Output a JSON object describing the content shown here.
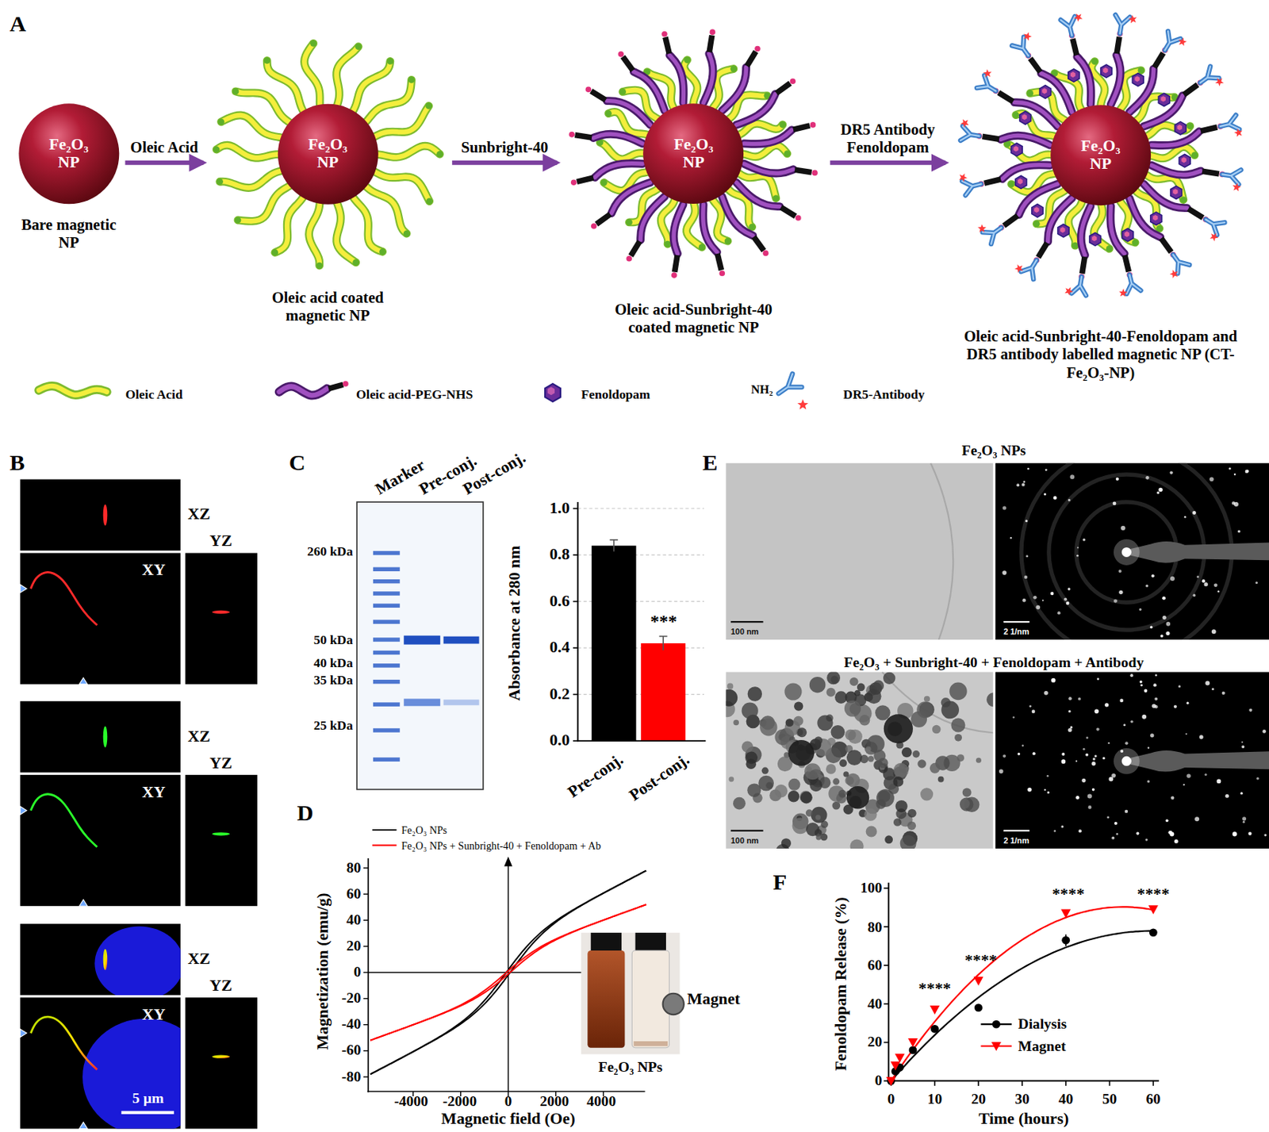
{
  "diagram": {
    "nodes": [
      {
        "text": [
          "Fe₂O₃ NP",
          "Bare magnetic NP"
        ]
      },
      {
        "text": [
          "Fe₂O₃ NP",
          "Oleic acid coated magnetic NP"
        ]
      },
      {
        "text": [
          "Fe₂O₃ NP",
          "Oleic acid-Sunbright-40 coated magnetic NP"
        ]
      },
      {
        "text": [
          "Fe₂O₃ NP",
          "Oleic acid-Sunbright-40-Fenoldopam and DR5 antibody labelled magnetic NP (CT-Fe₂O₃-NP)"
        ]
      }
    ],
    "edges": [
      {
        "from": 0,
        "to": 1,
        "arrow": "to",
        "label": "Oleic Acid"
      },
      {
        "from": 1,
        "to": 2,
        "arrow": "to",
        "label": "Sunbright-40"
      },
      {
        "from": 2,
        "to": 3,
        "arrow": "to",
        "label": "DR5 Antibody Fenoldopam"
      }
    ],
    "labels": [
      "A",
      "NH₂",
      "B",
      "XZ",
      "XY",
      "YZ",
      "XZ",
      "XY",
      "YZ",
      "XZ",
      "XY",
      "YZ",
      "5 µm",
      "C",
      "Marker",
      "Pre-conj.",
      "Post-conj.",
      "260 kDa",
      "50 kDa",
      "40 kDa",
      "35 kDa",
      "25 kDa",
      "Absorbance at 280 nm",
      "1.0",
      "0.8",
      "0.6",
      "0.4",
      "0.2",
      "0.0",
      "***",
      "Pre-conj.",
      "Post-conj.",
      "D",
      "Magnetization (emu/g)",
      "80",
      "60",
      "40",
      "20",
      "0",
      "-20",
      "-40",
      "-60",
      "-80",
      "-4000",
      "-2000",
      "0",
      "2000",
      "4000",
      "Magnetic field (Oe)",
      "Magnet",
      "Fe₂O₃ NPs",
      "E",
      "Fe₂O₃ NPs",
      "100 nm",
      "2 1/nm",
      "Fe₂O₃ + Sunbright-40 + Fenoldopam + Antibody",
      "100 nm",
      "2 1/nm",
      "F",
      "Fenoldopam Release (%)",
      "100",
      "80",
      "60",
      "40",
      "20",
      "0",
      "0",
      "10",
      "20",
      "30",
      "40",
      "50",
      "60",
      "Time (hours)",
      "****",
      "****",
      "****",
      "****"
    ],
    "legend": [
      {
        "text": "Oleic Acid"
      },
      {
        "text": "Oleic acid-PEG-NHS"
      },
      {
        "text": "Fenoldopam"
      },
      {
        "text": "DR5-Antibody"
      },
      {
        "text": "Fe₂O₃ NPs"
      },
      {
        "text": "Fe₂O₃ NPs + Sunbright-40 + Fenoldopam + Ab"
      },
      {
        "text": "Dialysis"
      },
      {
        "text": "Magnet"
      }
    ]
  }
}
